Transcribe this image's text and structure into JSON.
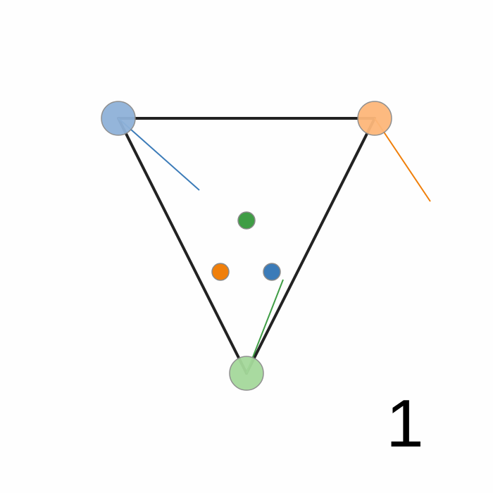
{
  "frame_label": "1",
  "colors": {
    "edge": "#222222",
    "blue": "#3b7bb8",
    "blue_light": "#8fb2d9",
    "orange": "#f07f0a",
    "orange_light": "#fdb77a",
    "green": "#3f9d45",
    "green_light": "#a5d99b",
    "outline": "#8a8a8a"
  },
  "vertices": [
    {
      "name": "blue",
      "color": "blue",
      "fill": "blue_light",
      "vector": "blue"
    },
    {
      "name": "orange",
      "color": "orange",
      "fill": "orange_light",
      "vector": "orange"
    },
    {
      "name": "green",
      "color": "green",
      "fill": "green_light",
      "vector": "green"
    }
  ],
  "inner_points": [
    {
      "name": "green",
      "color": "green"
    },
    {
      "name": "orange",
      "color": "orange"
    },
    {
      "name": "blue",
      "color": "blue"
    }
  ]
}
